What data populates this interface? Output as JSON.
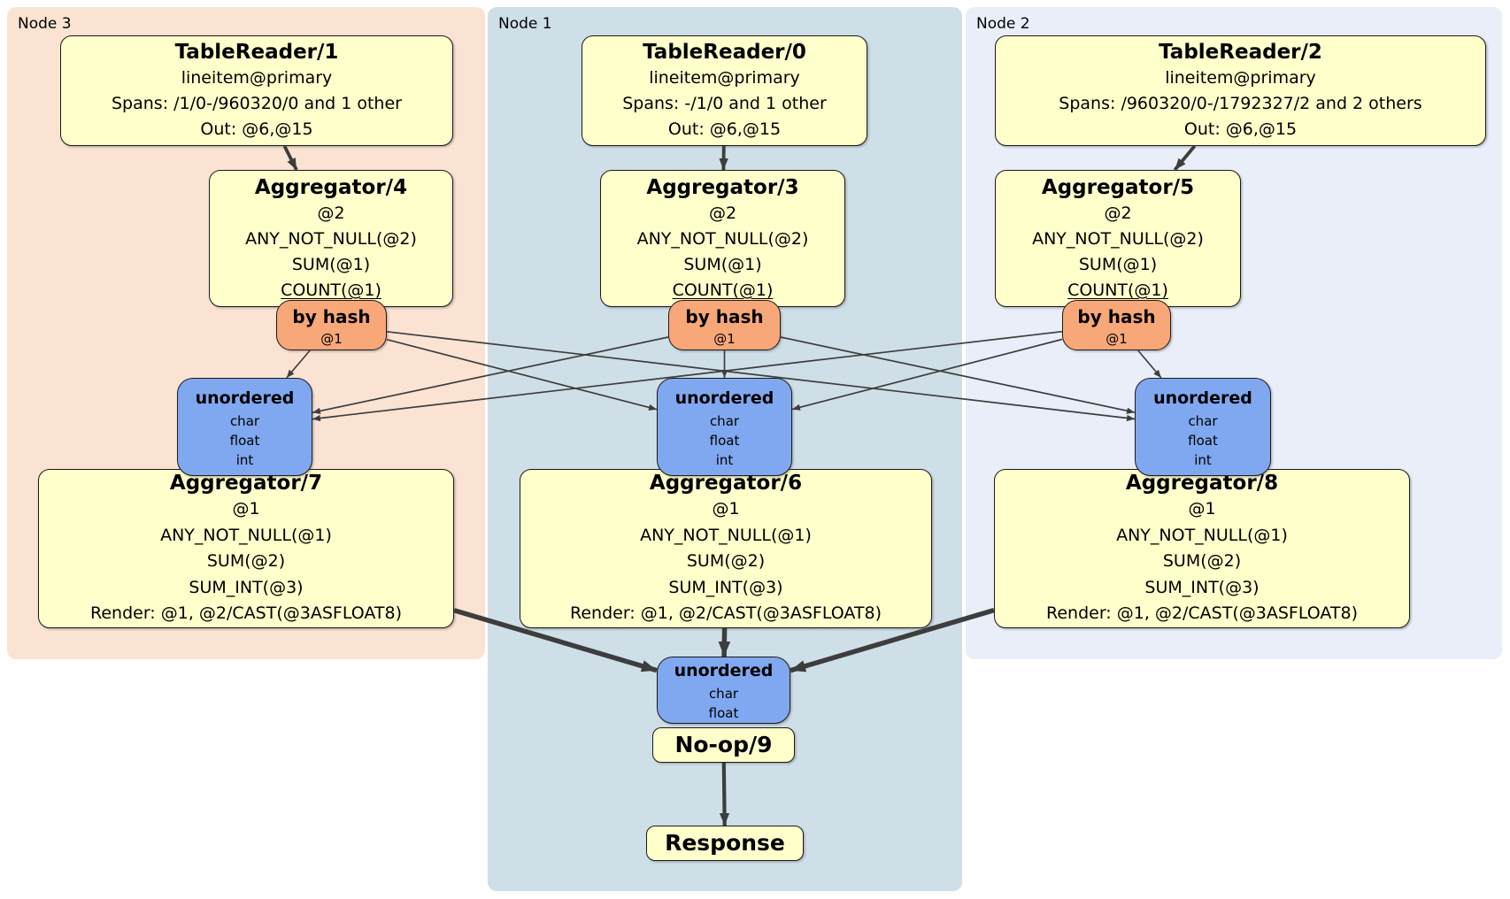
{
  "panels": [
    {
      "id": "panel3",
      "label": "Node 3"
    },
    {
      "id": "panel1",
      "label": "Node 1"
    },
    {
      "id": "panel2",
      "label": "Node 2"
    }
  ],
  "boxes": {
    "tr1": {
      "title": "TableReader/1",
      "lines": [
        "lineitem@primary",
        "Spans: /1/0-/960320/0 and 1 other",
        "Out: @6,@15"
      ]
    },
    "tr0": {
      "title": "TableReader/0",
      "lines": [
        "lineitem@primary",
        "Spans: -/1/0 and 1 other",
        "Out: @6,@15"
      ]
    },
    "tr2": {
      "title": "TableReader/2",
      "lines": [
        "lineitem@primary",
        "Spans: /960320/0-/1792327/2 and 2 others",
        "Out: @6,@15"
      ]
    },
    "agg4": {
      "title": "Aggregator/4",
      "lines": [
        "@2",
        "ANY_NOT_NULL(@2)",
        "SUM(@1)",
        "COUNT(@1)"
      ]
    },
    "agg3": {
      "title": "Aggregator/3",
      "lines": [
        "@2",
        "ANY_NOT_NULL(@2)",
        "SUM(@1)",
        "COUNT(@1)"
      ]
    },
    "agg5": {
      "title": "Aggregator/5",
      "lines": [
        "@2",
        "ANY_NOT_NULL(@2)",
        "SUM(@1)",
        "COUNT(@1)"
      ]
    },
    "hash3": {
      "title": "by hash",
      "sub": "@1"
    },
    "hash1": {
      "title": "by hash",
      "sub": "@1"
    },
    "hash2": {
      "title": "by hash",
      "sub": "@1"
    },
    "uno3": {
      "title": "unordered",
      "lines": [
        "char",
        "float",
        "int"
      ]
    },
    "uno1": {
      "title": "unordered",
      "lines": [
        "char",
        "float",
        "int"
      ]
    },
    "uno2": {
      "title": "unordered",
      "lines": [
        "char",
        "float",
        "int"
      ]
    },
    "agg7": {
      "title": "Aggregator/7",
      "lines": [
        "@1",
        "ANY_NOT_NULL(@1)",
        "SUM(@2)",
        "SUM_INT(@3)",
        "Render: @1, @2/CAST(@3ASFLOAT8)"
      ]
    },
    "agg6": {
      "title": "Aggregator/6",
      "lines": [
        "@1",
        "ANY_NOT_NULL(@1)",
        "SUM(@2)",
        "SUM_INT(@3)",
        "Render: @1, @2/CAST(@3ASFLOAT8)"
      ]
    },
    "agg8": {
      "title": "Aggregator/8",
      "lines": [
        "@1",
        "ANY_NOT_NULL(@1)",
        "SUM(@2)",
        "SUM_INT(@3)",
        "Render: @1, @2/CAST(@3ASFLOAT8)"
      ]
    },
    "unoB": {
      "title": "unordered",
      "lines": [
        "char",
        "float"
      ]
    },
    "noop": {
      "title": "No-op/9"
    },
    "resp": {
      "title": "Response"
    }
  },
  "edges": [
    {
      "from": "tr1",
      "to": "agg4",
      "kind": "med"
    },
    {
      "from": "tr0",
      "to": "agg3",
      "kind": "med"
    },
    {
      "from": "tr2",
      "to": "agg5",
      "kind": "med"
    },
    {
      "from": "hash3",
      "to": "uno3",
      "kind": "mesh"
    },
    {
      "from": "hash3",
      "to": "uno1",
      "kind": "mesh"
    },
    {
      "from": "hash3",
      "to": "uno2",
      "kind": "mesh"
    },
    {
      "from": "hash1",
      "to": "uno3",
      "kind": "mesh"
    },
    {
      "from": "hash1",
      "to": "uno1",
      "kind": "mesh"
    },
    {
      "from": "hash1",
      "to": "uno2",
      "kind": "mesh"
    },
    {
      "from": "hash2",
      "to": "uno3",
      "kind": "mesh"
    },
    {
      "from": "hash2",
      "to": "uno1",
      "kind": "mesh"
    },
    {
      "from": "hash2",
      "to": "uno2",
      "kind": "mesh"
    },
    {
      "from": "agg7",
      "to": "unoB",
      "kind": "thick"
    },
    {
      "from": "agg6",
      "to": "unoB",
      "kind": "thick"
    },
    {
      "from": "agg8",
      "to": "unoB",
      "kind": "thick"
    },
    {
      "from": "noop",
      "to": "resp",
      "kind": "resp"
    }
  ],
  "colors": {
    "node3_bg": "#fbe3d3",
    "node1_bg": "#cfdfe8",
    "node2_bg": "#e9eef8",
    "box_yellow": "#ffffcb",
    "router_orange": "#f8a878",
    "stream_blue": "#80a8f0",
    "edge": "#3d3d3d"
  }
}
